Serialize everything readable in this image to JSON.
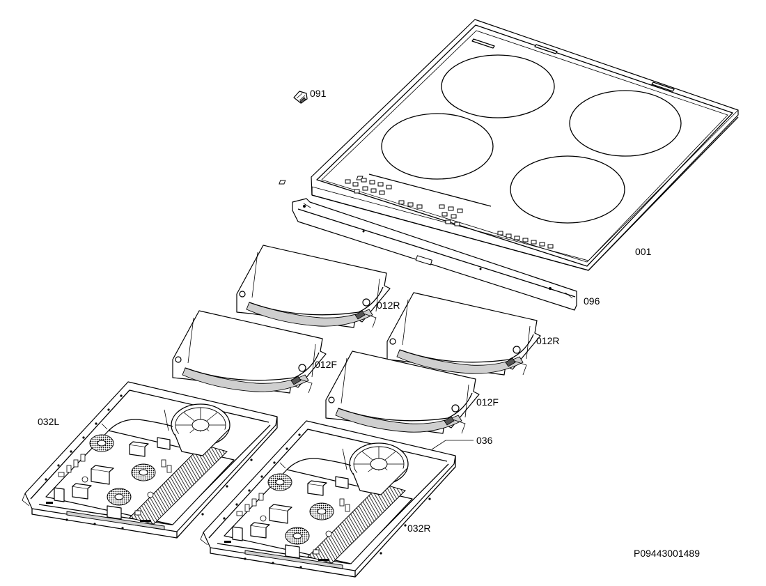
{
  "parts": [
    {
      "id": "cooktop-glass",
      "label": "001"
    },
    {
      "id": "clip",
      "label": "091"
    },
    {
      "id": "front-trim",
      "label": "096"
    },
    {
      "id": "coil-back-left",
      "label": "012R"
    },
    {
      "id": "coil-back-right",
      "label": "012R"
    },
    {
      "id": "coil-front-left",
      "label": "012F"
    },
    {
      "id": "coil-front-right",
      "label": "012F"
    },
    {
      "id": "generator-left",
      "label": "032L"
    },
    {
      "id": "generator-right",
      "label": "032R"
    },
    {
      "id": "fan",
      "label": "036"
    }
  ],
  "drawing_number": "P09443001489"
}
